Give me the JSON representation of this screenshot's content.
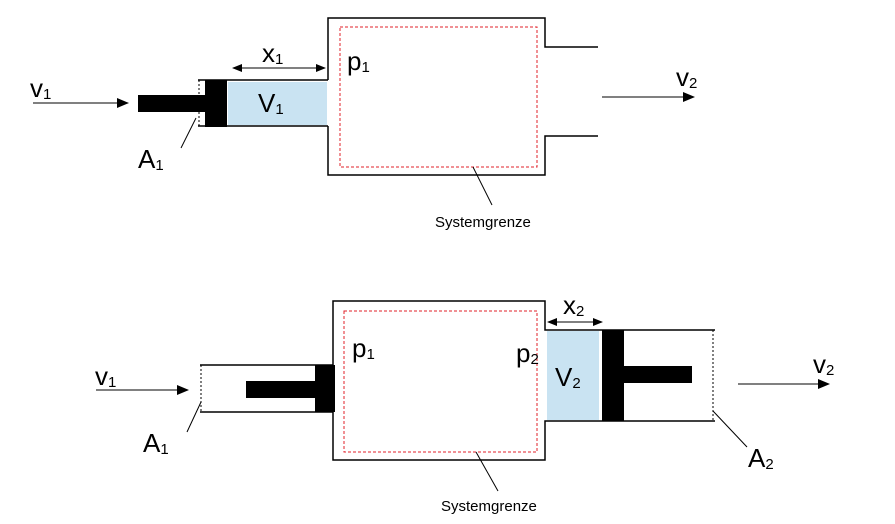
{
  "top": {
    "v_in": {
      "main": "v",
      "sub": "1"
    },
    "x": {
      "main": "x",
      "sub": "1"
    },
    "p": {
      "main": "p",
      "sub": "1"
    },
    "V": {
      "main": "V",
      "sub": "1"
    },
    "A": {
      "main": "A",
      "sub": "1"
    },
    "v_out": {
      "main": "v",
      "sub": "2"
    },
    "boundary_label": "Systemgrenze"
  },
  "bottom": {
    "v_in": {
      "main": "v",
      "sub": "1"
    },
    "p1": {
      "main": "p",
      "sub": "1"
    },
    "x": {
      "main": "x",
      "sub": "2"
    },
    "p2": {
      "main": "p",
      "sub": "2"
    },
    "V": {
      "main": "V",
      "sub": "2"
    },
    "A1": {
      "main": "A",
      "sub": "1"
    },
    "A2": {
      "main": "A",
      "sub": "2"
    },
    "v_out": {
      "main": "v",
      "sub": "2"
    },
    "boundary_label": "Systemgrenze"
  },
  "colors": {
    "gas_fill": "#c9e3f2",
    "system_boundary": "#e0202a"
  }
}
